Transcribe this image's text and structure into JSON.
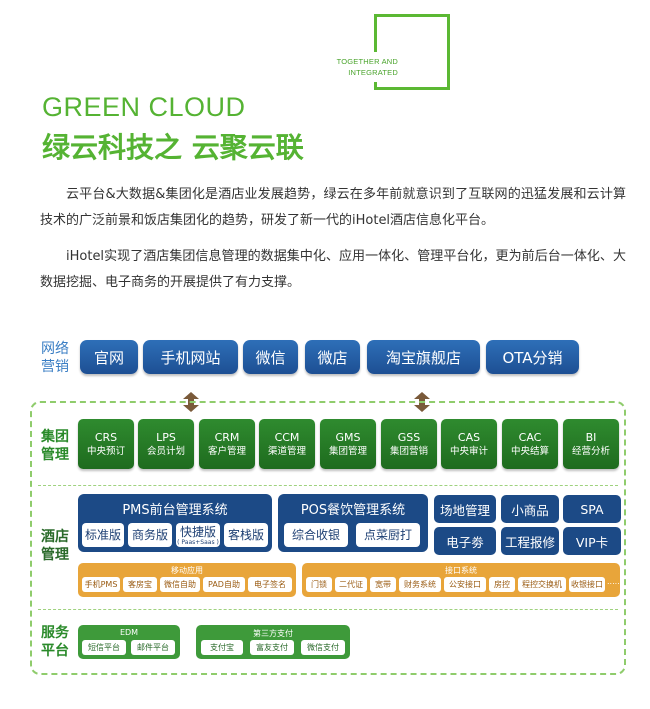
{
  "header": {
    "tag_line1": "TOGETHER AND",
    "tag_line2": "INTEGRATED",
    "title_en": "GREEN CLOUD",
    "title_cn": "绿云科技之  云聚云联"
  },
  "paragraphs": [
    "云平台&大数据&集团化是酒店业发展趋势，绿云在多年前就意识到了互联网的迅猛发展和云计算技术的广泛前景和饭店集团化的趋势，研发了新一代的iHotel酒店信息化平台。",
    "iHotel实现了酒店集团信息管理的数据集中化、应用一体化、管理平台化，更为前后台一体化、大数据挖掘、电子商务的开展提供了有力支撑。"
  ],
  "layers": {
    "network": {
      "label_1": "网络",
      "label_2": "营销",
      "items": [
        "官网",
        "手机网站",
        "微信",
        "微店",
        "淘宝旗舰店",
        "OTA分销"
      ]
    },
    "group": {
      "label_1": "集团",
      "label_2": "管理",
      "items": [
        {
          "code": "CRS",
          "desc": "中央预订"
        },
        {
          "code": "LPS",
          "desc": "会员计划"
        },
        {
          "code": "CRM",
          "desc": "客户管理"
        },
        {
          "code": "CCM",
          "desc": "渠道管理"
        },
        {
          "code": "GMS",
          "desc": "集团管理"
        },
        {
          "code": "GSS",
          "desc": "集团营销"
        },
        {
          "code": "CAS",
          "desc": "中央审计"
        },
        {
          "code": "CAC",
          "desc": "中央结算"
        },
        {
          "code": "BI",
          "desc": "经营分析"
        }
      ]
    },
    "hotel": {
      "label_1": "酒店",
      "label_2": "管理",
      "pms": {
        "title": "PMS前台管理系统",
        "items": [
          "标准版",
          "商务版",
          "快捷版",
          "客栈版"
        ],
        "fast_note": "( Paas+Saas )"
      },
      "pos": {
        "title": "POS餐饮管理系统",
        "items": [
          "综合收银",
          "点菜厨打"
        ]
      },
      "others": [
        "场地管理",
        "小商品",
        "SPA",
        "电子劵",
        "工程报修",
        "VIP卡"
      ],
      "mobile": {
        "title": "移动应用",
        "items": [
          "手机PMS",
          "客房宝",
          "微信自助",
          "PAD自助",
          "电子签名"
        ]
      },
      "interface": {
        "title": "接口系统",
        "items": [
          "门锁",
          "二代证",
          "宽带",
          "财务系统",
          "公安接口",
          "房控",
          "程控交换机",
          "收银接口"
        ],
        "more": "....."
      }
    },
    "service": {
      "label_1": "服务",
      "label_2": "平台",
      "edm": {
        "title": "EDM",
        "items": [
          "短信平台",
          "邮件平台"
        ]
      },
      "payment": {
        "title": "第三方支付",
        "items": [
          "支付宝",
          "富友支付",
          "微信支付"
        ]
      }
    }
  },
  "colors": {
    "brand_green": "#55b333",
    "net_blue": "#2e6fb8",
    "group_green": "#2f8b2f",
    "hotel_navy": "#1c4a86",
    "mobile_orange": "#e8a53a",
    "service_green": "#3e9a3a"
  }
}
